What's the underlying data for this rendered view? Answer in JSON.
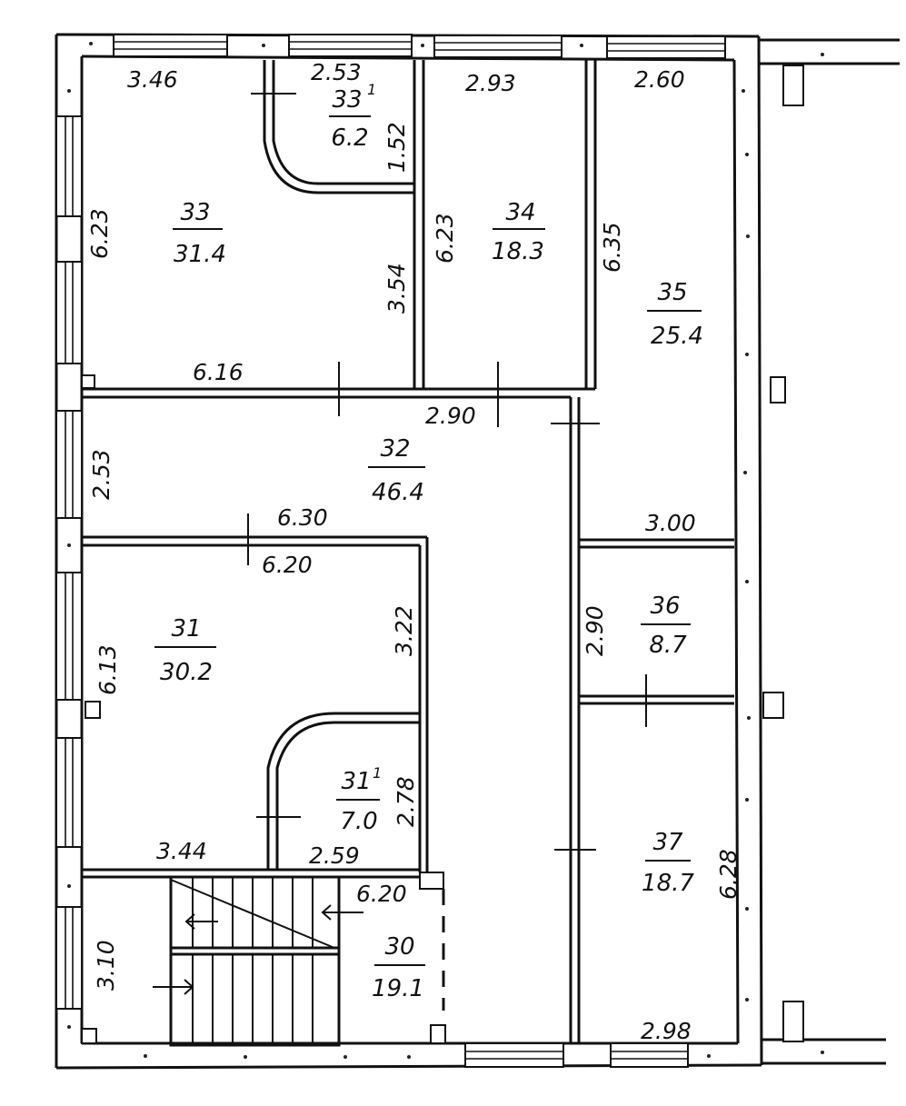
{
  "rooms": {
    "r33": {
      "number": "33",
      "area": "31.4"
    },
    "r33_1": {
      "number": "33",
      "sup": "1",
      "area": "6.2"
    },
    "r34": {
      "number": "34",
      "area": "18.3"
    },
    "r35": {
      "number": "35",
      "area": "25.4"
    },
    "r32": {
      "number": "32",
      "area": "46.4"
    },
    "r31": {
      "number": "31",
      "area": "30.2"
    },
    "r31_1": {
      "number": "31",
      "sup": "1",
      "area": "7.0"
    },
    "r36": {
      "number": "36",
      "area": "8.7"
    },
    "r37": {
      "number": "37",
      "area": "18.7"
    },
    "r30": {
      "number": "30",
      "area": "19.1"
    }
  },
  "dims": {
    "d346": "3.46",
    "d253top": "2.53",
    "d293": "2.93",
    "d260": "2.60",
    "d152": "1.52",
    "d623a": "6.23",
    "d623b": "6.23",
    "d354": "3.54",
    "d635": "6.35",
    "d616": "6.16",
    "d290mid": "2.90",
    "d253left": "2.53",
    "d630": "6.30",
    "d620a": "6.20",
    "d300": "3.00",
    "d322": "3.22",
    "d290right": "2.90",
    "d613": "6.13",
    "d278": "2.78",
    "d344": "3.44",
    "d259": "2.59",
    "d620b": "6.20",
    "d310": "3.10",
    "d628": "6.28",
    "d298": "2.98"
  }
}
